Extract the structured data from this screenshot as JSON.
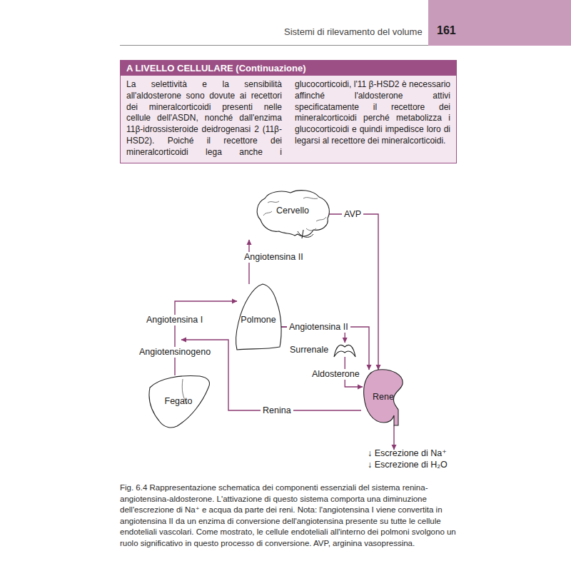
{
  "diagram": {
    "caption": "Fig. 6.4 Rappresentazione schematica dei componenti essenziali del sistema renina-angiotensina-aldosterone. L'attivazione di questo sistema comporta una diminuzione dell'escrezione di Na⁺ e acqua da parte dei reni. Nota: l'angiotensina I viene convertita in angiotensina II da un enzima di conversione dell'angiotensina presente su tutte le cellule endoteliali vascolari. Come mostrato, le cellule endoteliali all'interno dei polmoni svolgono un ruolo significativo in questo processo di conversione. AVP, arginina vasopressina.",
    "nodes": [
      {
        "text": [
          "A LIVELLO CELLULARE (Continuazione)",
          "La selettività e la sensibilità all'aldosterone sono dovute ai recettori dei mineralcorticoidi presenti nelle cellule dell'ASDN, nonché dall'enzima 11β-idrossisteroide deidrogenasi 2 (11β-HSD2). Poiché il recettore dei mineralcorticoidi lega anche i glucocorticoidi, l'11 β-HSD2 è necessario affinché l'aldosterone attivi specificatamente il recettore dei mineralcorticoidi perché metabolizza i glucocorticoidi e quindi impedisce loro di legarsi al recettore dei mineralcorticoidi."
        ]
      },
      {
        "text": [
          "Cervello"
        ]
      },
      {
        "text": [
          "Polmone"
        ]
      },
      {
        "text": [
          "Surrenale"
        ]
      },
      {
        "text": [
          "Fegato"
        ]
      },
      {
        "text": [
          "Rene"
        ]
      }
    ],
    "edges": [
      {
        "from": 2,
        "to": 1,
        "label": "Angiotensina II",
        "arrow": "to"
      },
      {
        "from": 1,
        "to": 5,
        "label": "AVP",
        "arrow": "to"
      },
      {
        "from": 2,
        "to": 5,
        "label": "Angiotensina II",
        "arrow": "to"
      },
      {
        "from": 2,
        "to": 3,
        "arrow": "to"
      },
      {
        "from": 3,
        "to": 5,
        "label": "Aldosterone",
        "arrow": "to"
      },
      {
        "from": 4,
        "to": 2,
        "arrow": "to"
      }
    ],
    "labels": [
      "Sistemi di rilevamento del volume",
      "161",
      "Angiotensinogeno",
      "Angiotensina I",
      "Renina",
      "↓ Escrezione di Na⁺",
      "↓ Escrezione di H₂O"
    ]
  }
}
